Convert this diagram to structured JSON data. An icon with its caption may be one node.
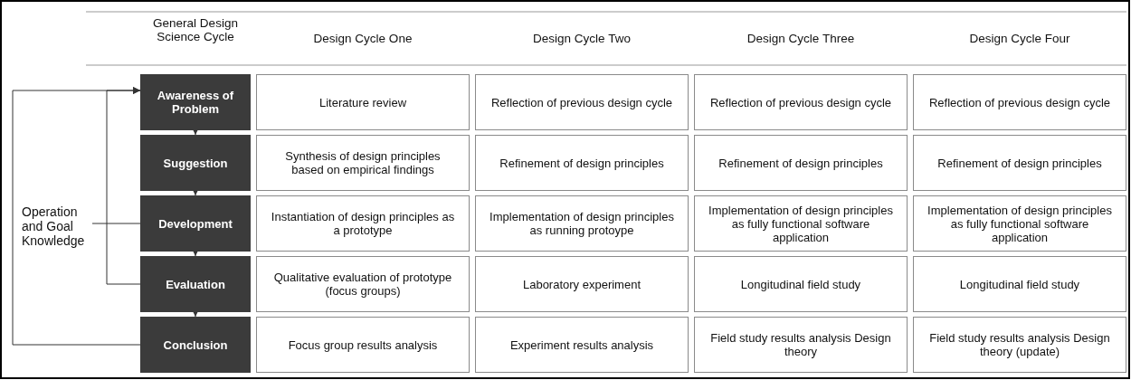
{
  "diagram": {
    "nodes": [
      {
        "text": [
          "Awareness of Problem"
        ]
      },
      {
        "text": [
          "Suggestion"
        ]
      },
      {
        "text": [
          "Development"
        ]
      },
      {
        "text": [
          "Evaluation"
        ]
      },
      {
        "text": [
          "Conclusion"
        ]
      },
      {
        "text": [
          "Operation and Goal Knowledge"
        ]
      },
      {
        "text": [
          "Literature review"
        ]
      },
      {
        "text": [
          "Reflection of previous design cycle"
        ]
      },
      {
        "text": [
          "Reflection of previous design cycle"
        ]
      },
      {
        "text": [
          "Reflection of previous design cycle"
        ]
      },
      {
        "text": [
          "Synthesis of design principles based on empirical findings"
        ]
      },
      {
        "text": [
          "Refinement of design principles"
        ]
      },
      {
        "text": [
          "Refinement of design principles"
        ]
      },
      {
        "text": [
          "Refinement of design principles"
        ]
      },
      {
        "text": [
          "Instantiation of design principles as a prototype"
        ]
      },
      {
        "text": [
          "Implementation of design principles as running protoype"
        ]
      },
      {
        "text": [
          "Implementation of design principles as fully functional software application"
        ]
      },
      {
        "text": [
          "Implementation of design principles as fully functional software application"
        ]
      },
      {
        "text": [
          "Qualitative evaluation of prototype (focus groups)"
        ]
      },
      {
        "text": [
          "Laboratory experiment"
        ]
      },
      {
        "text": [
          "Longitudinal field study"
        ]
      },
      {
        "text": [
          "Longitudinal field study"
        ]
      },
      {
        "text": [
          "Focus group results analysis"
        ]
      },
      {
        "text": [
          "Experiment results analysis"
        ]
      },
      {
        "text": [
          "Field study results analysis Design theory"
        ]
      },
      {
        "text": [
          "Field study results analysis Design theory (update)"
        ]
      }
    ],
    "edges": [
      {
        "from": 0,
        "to": 1,
        "arrow": "to"
      },
      {
        "from": 1,
        "to": 2,
        "arrow": "to"
      },
      {
        "from": 2,
        "to": 3,
        "arrow": "to"
      },
      {
        "from": 3,
        "to": 4,
        "arrow": "to"
      },
      {
        "from": 4,
        "to": 0,
        "arrow": "to"
      },
      {
        "from": 3,
        "to": 0,
        "arrow": "to"
      },
      {
        "from": 2,
        "to": 5,
        "arrow": "none"
      }
    ],
    "labels": [
      "General Design Science Cycle",
      "Design Cycle One",
      "Design Cycle Two",
      "Design Cycle Three",
      "Design Cycle Four"
    ]
  }
}
